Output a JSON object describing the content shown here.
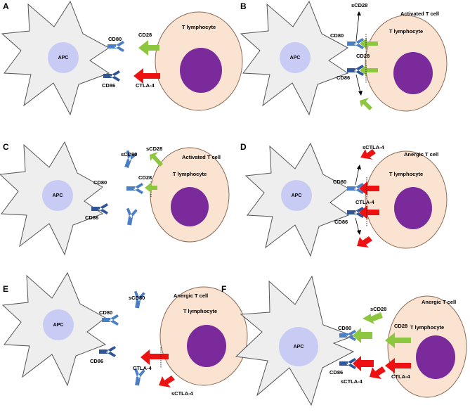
{
  "labels": {
    "apc": "APC",
    "t_lymphocyte": "T lymphocyte",
    "cd80": "CD80",
    "cd86": "CD86",
    "cd28": "CD28",
    "ctla4": "CTLA-4",
    "scd28": "sCD28",
    "scd80": "sCD80",
    "sctla4": "sCTLA-4",
    "activated": "Activated T cell",
    "anergic": "Anergic T cell"
  },
  "panels": [
    {
      "id": "A",
      "letter": "A",
      "state": ""
    },
    {
      "id": "B",
      "letter": "B",
      "state": "Activated T cell"
    },
    {
      "id": "C",
      "letter": "C",
      "state": "Activated T cell"
    },
    {
      "id": "D",
      "letter": "D",
      "state": "Anergic T cell"
    },
    {
      "id": "E",
      "letter": "E",
      "state": "Anergic T cell"
    },
    {
      "id": "F",
      "letter": "F",
      "state": "Anergic T cell"
    }
  ],
  "colors": {
    "apc_fill": "#eeeeee",
    "apc_stroke": "#555555",
    "apc_nucleus": "#c8cbf4",
    "tcell_fill": "#fbe3d2",
    "tcell_stroke": "#8a6a55",
    "tcell_nucleus": "#7a2a9a",
    "cd80": "#4a7fc6",
    "cd86": "#2f5597",
    "cd28_arrow": "#8dc63f",
    "ctla4_arrow": "#ee1111"
  }
}
